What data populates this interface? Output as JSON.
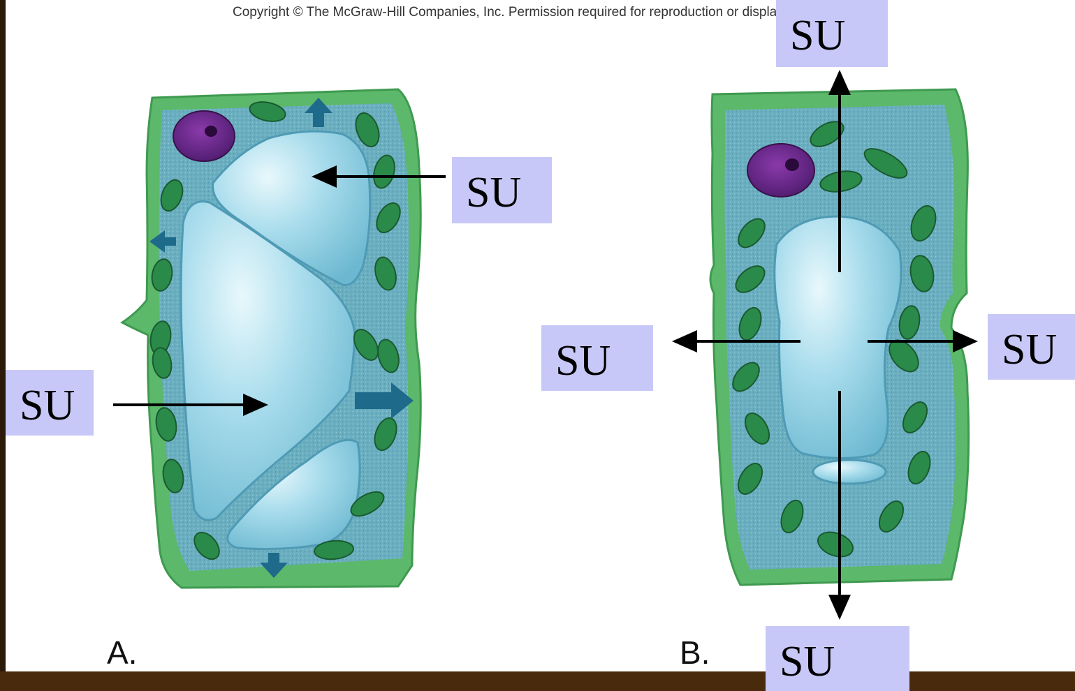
{
  "copyright": "Copyright © The McGraw-Hill Companies, Inc. Permission required for reproduction or display.",
  "panels": {
    "a": {
      "letter": "A."
    },
    "b": {
      "letter": "B."
    }
  },
  "labels": {
    "a_top_right": "SU",
    "a_left": "SU",
    "b_top": "SU",
    "b_left": "SU",
    "b_right": "SU",
    "b_bottom": "SU"
  },
  "colors": {
    "cell_wall": "#5cb86a",
    "cytoplasm": "#6aaec0",
    "vacuole": "#a8dcec",
    "chloroplast": "#2a8a4a",
    "nucleus": "#6a2a8a",
    "flow_arrow": "#1e6a8a",
    "label_bg": "#c8c8f8",
    "background": "#4a2a0c"
  }
}
